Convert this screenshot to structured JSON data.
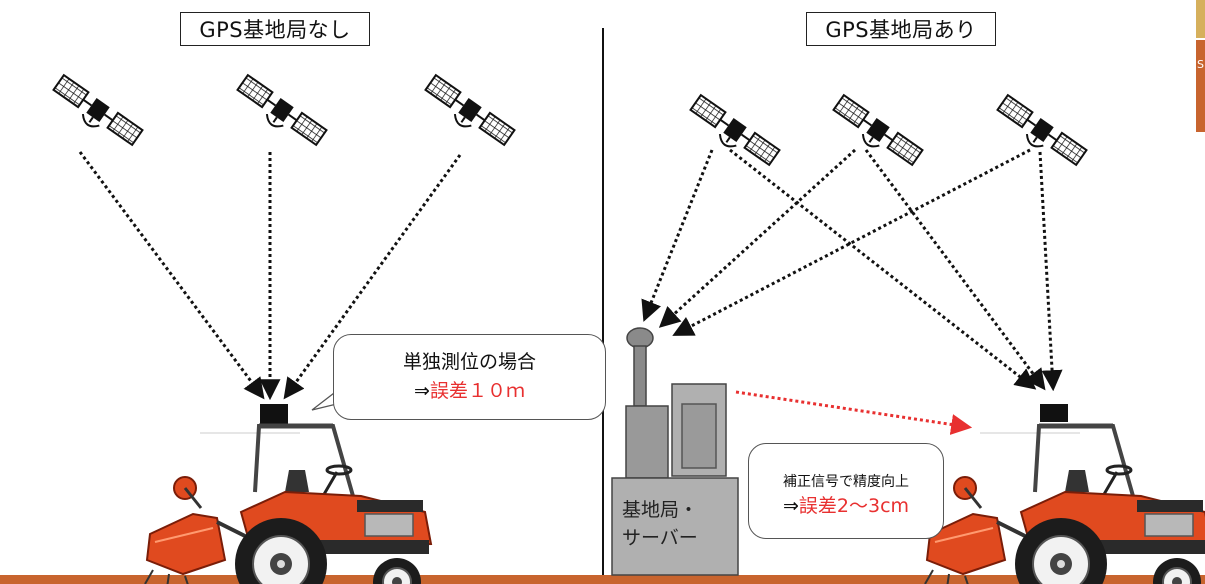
{
  "left_panel": {
    "title": "GPS基地局なし",
    "bubble_line1": "単独測位の場合",
    "bubble_arrow": "⇒",
    "bubble_error": "誤差１０ｍ"
  },
  "right_panel": {
    "title": "GPS基地局あり",
    "bubble_line1": "補正信号で精度向上",
    "bubble_arrow": "⇒",
    "bubble_error": "誤差2～3cm",
    "base_label_line1": "基地局・",
    "base_label_line2": "サーバー"
  },
  "corner_glyph": "S",
  "colors": {
    "ground": "#c8642e",
    "error_text": "#e83030",
    "tractor_body": "#e04a1f",
    "base_station": "#a9a9a9",
    "correction_signal": "#e83030"
  },
  "icons": [
    "satellite-icon",
    "tractor-icon",
    "gps-receiver-icon",
    "base-station-icon"
  ]
}
